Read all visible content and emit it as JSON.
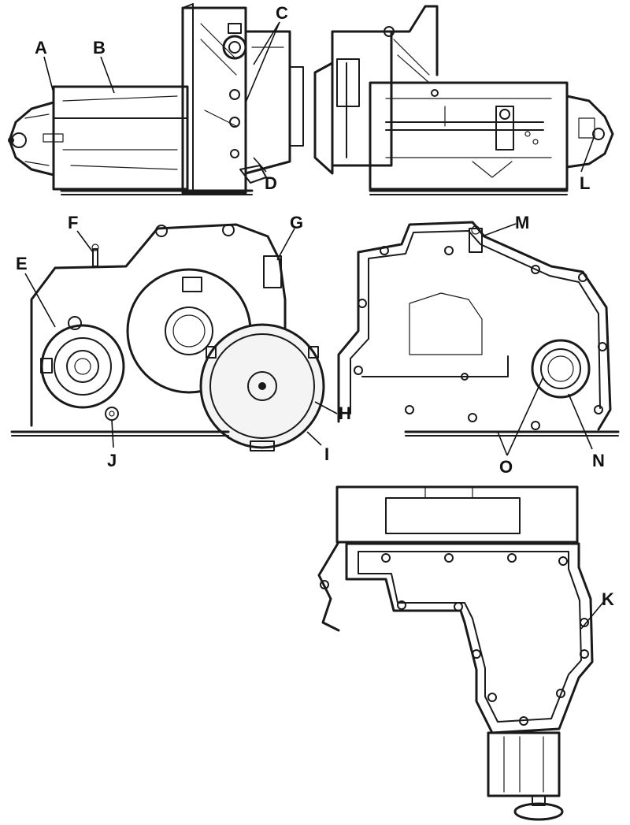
{
  "callouts": {
    "A": "A",
    "B": "B",
    "C": "C",
    "D": "D",
    "E": "E",
    "F": "F",
    "G": "G",
    "H": "H",
    "I": "I",
    "J": "J",
    "K": "K",
    "L": "L",
    "M": "M",
    "N": "N",
    "O": "O"
  },
  "colors": {
    "ink": "#1a1a1a",
    "paper": "#ffffff"
  }
}
